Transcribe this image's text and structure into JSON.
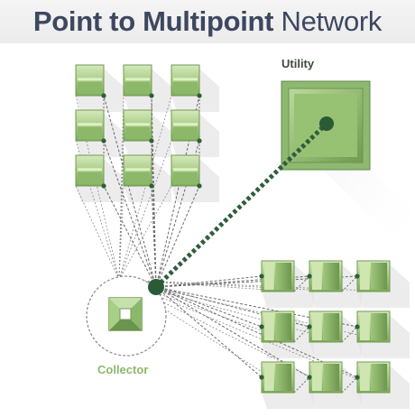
{
  "title": {
    "bold_part": "Point to Multipoint",
    "light_part": "Network"
  },
  "labels": {
    "utility": "Utility",
    "collector": "Collector"
  },
  "icons": {
    "utility": "utility-square-icon",
    "collector": "collector-pyramid-icon",
    "meter": "meter-box-icon"
  },
  "colors": {
    "title": "#3d4760",
    "meter_light": "#b9d79a",
    "meter_dark": "#6f9a4f",
    "link_dark": "#2f5e3a",
    "dashed_line": "#6b6b6b",
    "collector_label": "#8cb86a"
  },
  "meter_groups": [
    {
      "name": "top-left",
      "rows": 3,
      "cols": 3
    },
    {
      "name": "bottom-right",
      "rows": 3,
      "cols": 3
    }
  ]
}
